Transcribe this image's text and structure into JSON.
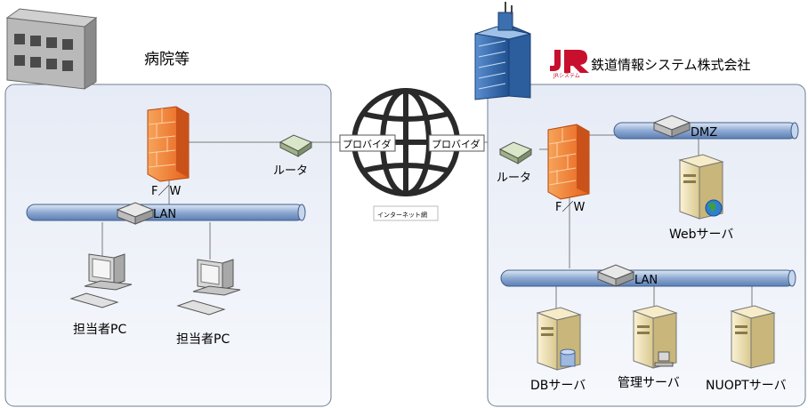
{
  "left": {
    "title": "病院等",
    "fw_label": "F／W",
    "router_label": "ルータ",
    "provider_label": "プロバイダ",
    "lan_label": "LAN",
    "pc1_label": "担当者PC",
    "pc2_label": "担当者PC"
  },
  "center": {
    "internet_label": "インターネット網"
  },
  "right": {
    "brand_mark": "JR",
    "brand_small": "JRシステム",
    "company_name": "鉄道情報システム株式会社",
    "provider_label": "プロバイダ",
    "router_label": "ルータ",
    "fw_label": "F／W",
    "dmz_label": "DMZ",
    "web_server_label": "Webサーバ",
    "lan_label": "LAN",
    "db_server_label": "DBサーバ",
    "mgmt_server_label": "管理サーバ",
    "nuopt_server_label": "NUOPTサーバ"
  },
  "colors": {
    "zone_fill": "#f0f3fa",
    "zone_border": "#6f7f8f",
    "bus_fill": "#9db4d6",
    "firewall": "#f07a2a",
    "brand_red": "#c8102e"
  }
}
